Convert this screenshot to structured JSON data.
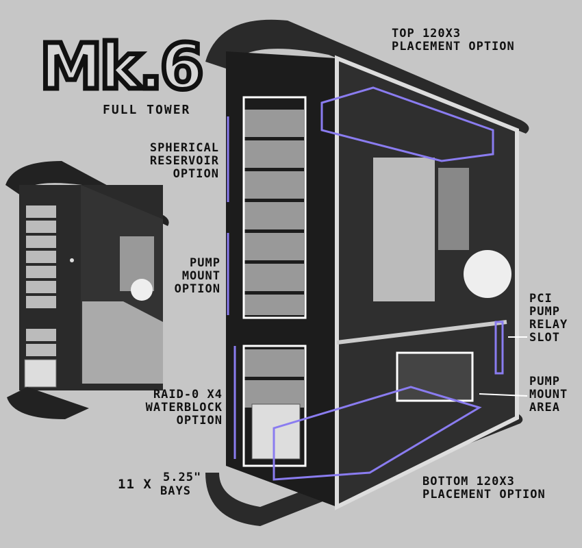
{
  "logo": {
    "title": "Mk.6",
    "subtitle": "FULL TOWER"
  },
  "labels": {
    "top_fans": "TOP 120X3\nPLACEMENT OPTION",
    "reservoir": "SPHERICAL\nRESERVOIR\nOPTION",
    "pump_mount_option": "PUMP\nMOUNT\nOPTION",
    "pci_relay": "PCI\nPUMP\nRELAY\nSLOT",
    "pump_mount_area": "PUMP\nMOUNT\nAREA",
    "raid": "RAID-0 X4\nWATERBLOCK\nOPTION",
    "bays_count": "11 X",
    "bays_size": "5.25\"",
    "bays_word": "BAYS",
    "bottom_fans": "BOTTOM 120X3\nPLACEMENT OPTION"
  },
  "colors": {
    "background": "#c6c6c6",
    "highlight": "#8a7cf0",
    "case": "#1a1a1a"
  }
}
